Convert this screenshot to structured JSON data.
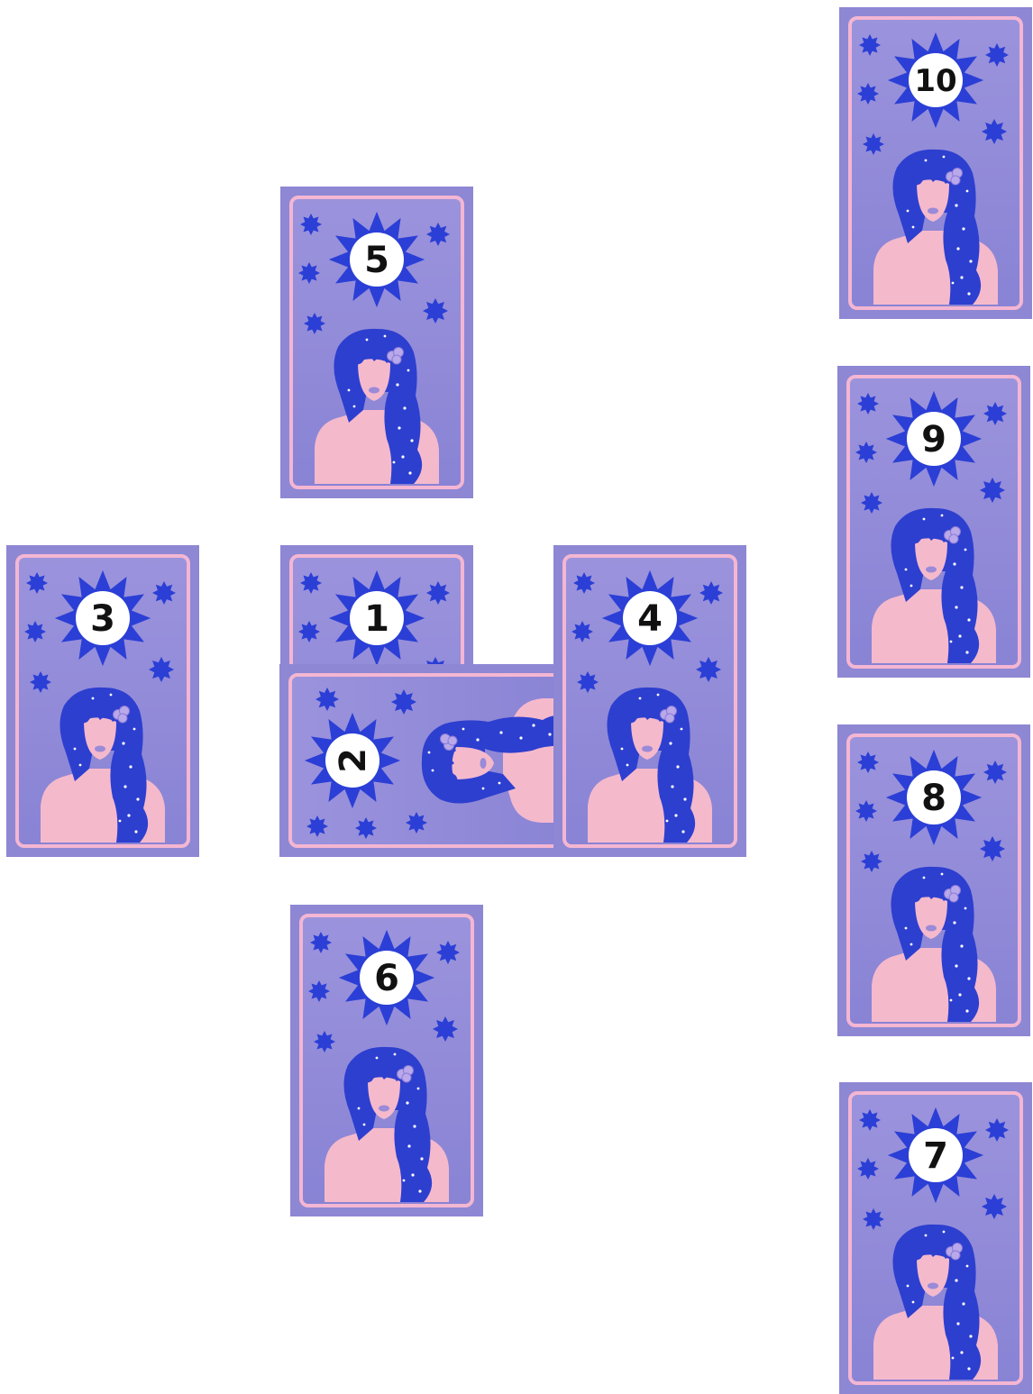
{
  "colors": {
    "card_bg": "#8e87d4",
    "card_inner_top": "#9c94dd",
    "card_inner_bottom": "#8a84d6",
    "border": "#f4b6d2",
    "star": "#2b3fd6",
    "hair": "#2d3fcf",
    "skin": "#f5b9cc",
    "badge": "#ffffff"
  },
  "cards": [
    {
      "number": "1",
      "icon": "sun-star-icon"
    },
    {
      "number": "2",
      "icon": "sun-star-icon"
    },
    {
      "number": "3",
      "icon": "sun-star-icon"
    },
    {
      "number": "4",
      "icon": "sun-star-icon"
    },
    {
      "number": "5",
      "icon": "sun-star-icon"
    },
    {
      "number": "6",
      "icon": "sun-star-icon"
    },
    {
      "number": "7",
      "icon": "sun-star-icon"
    },
    {
      "number": "8",
      "icon": "sun-star-icon"
    },
    {
      "number": "9",
      "icon": "sun-star-icon"
    },
    {
      "number": "10",
      "icon": "sun-star-icon"
    }
  ]
}
